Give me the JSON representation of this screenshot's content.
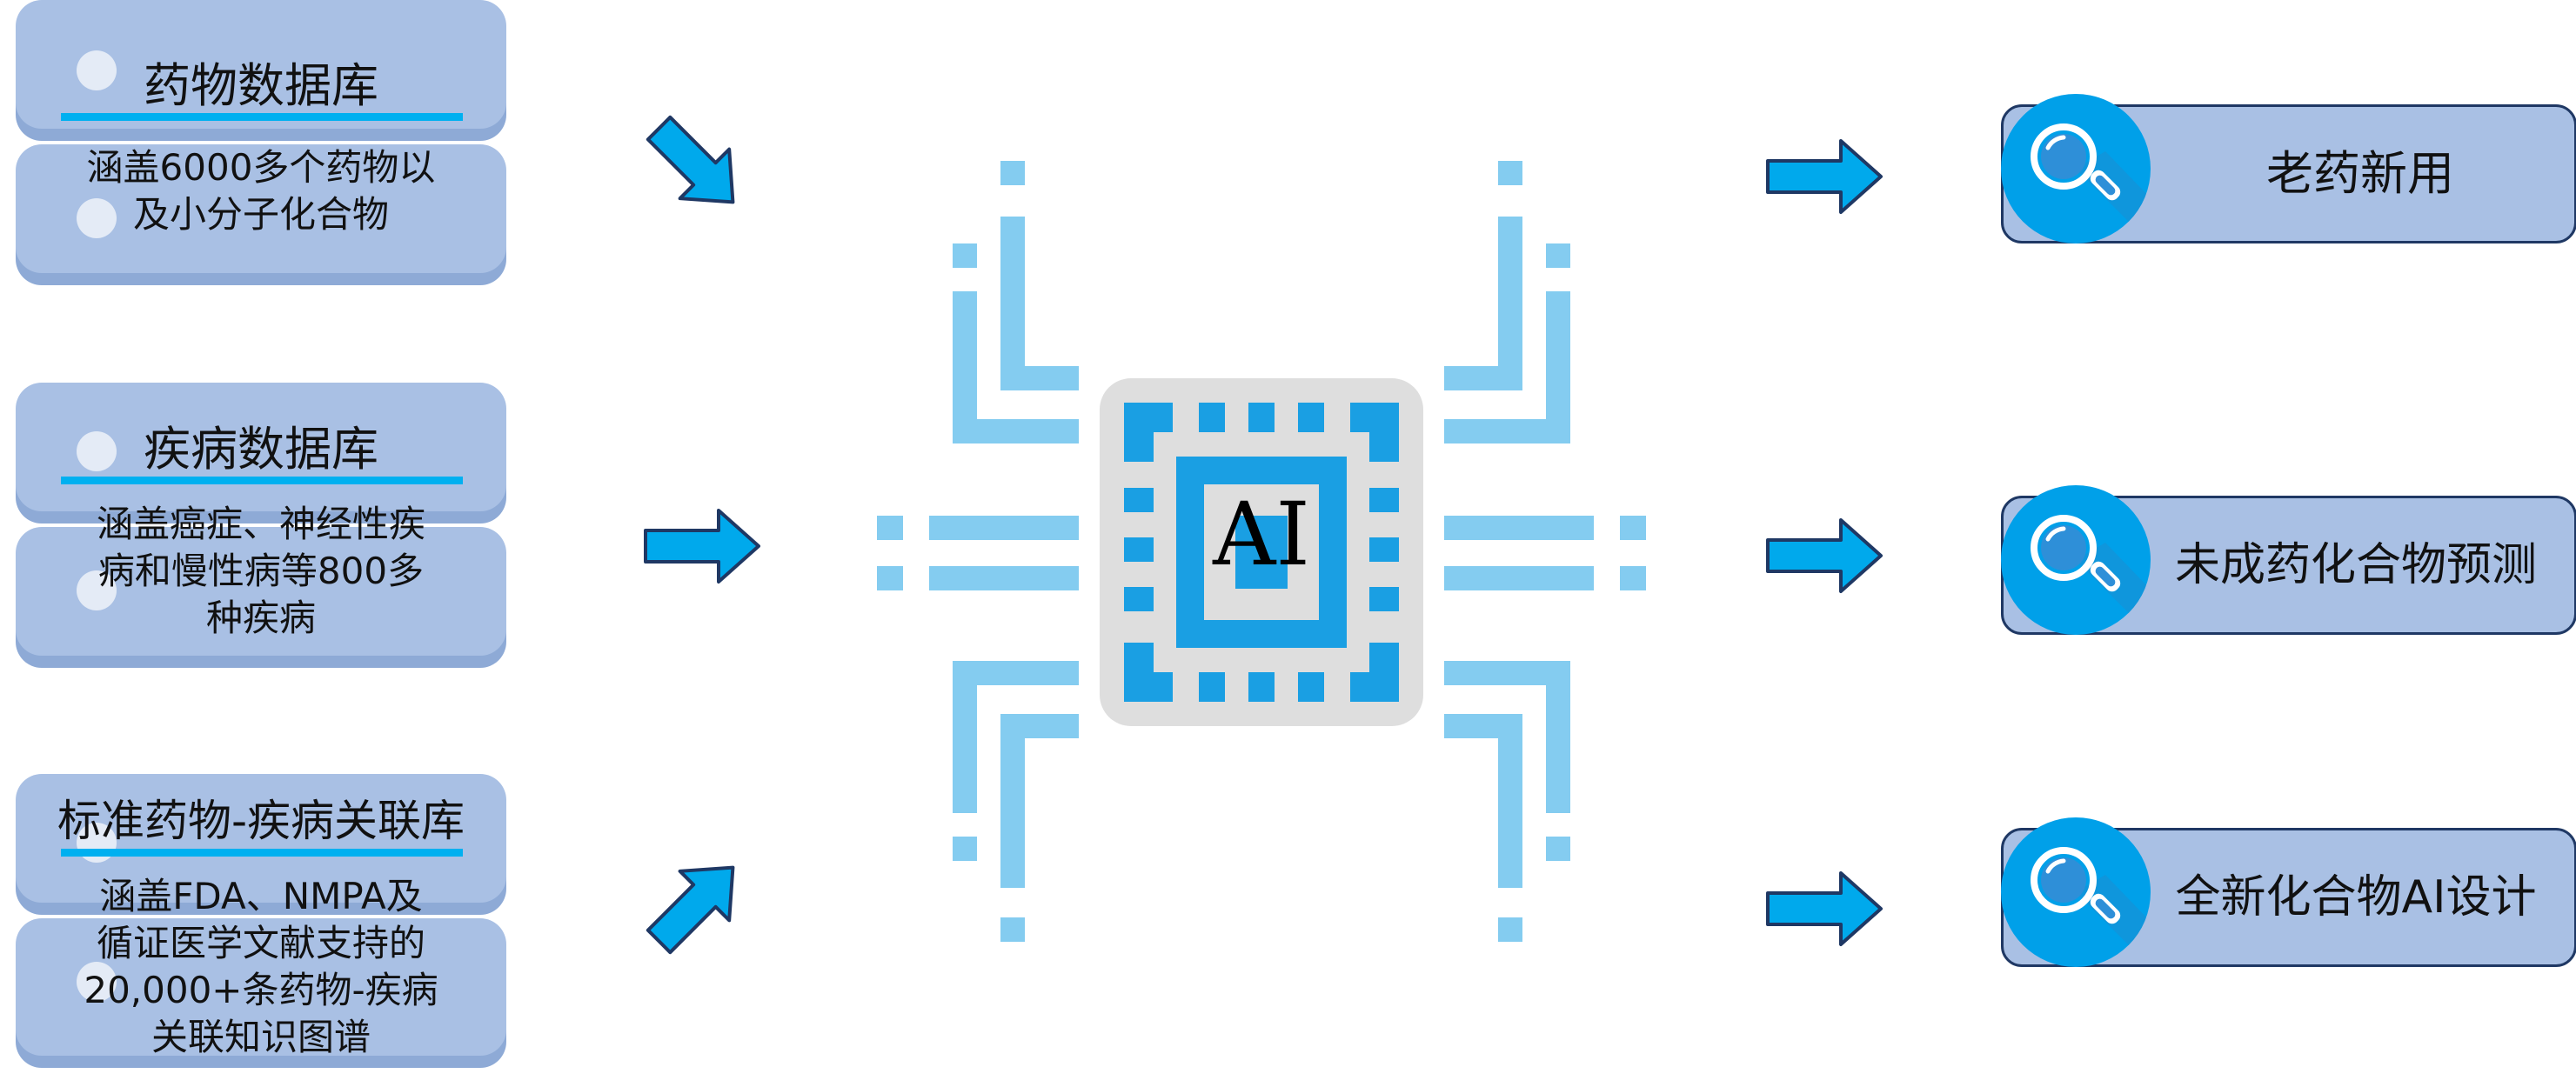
{
  "databases": [
    {
      "title": "药物数据库",
      "desc": [
        "涵盖6000多个药物以",
        "及小分子化合物"
      ]
    },
    {
      "title": "疾病数据库",
      "desc": [
        "涵盖癌症、神经性疾",
        "病和慢性病等800多",
        "种疾病"
      ]
    },
    {
      "title": "标准药物-疾病关联库",
      "desc": [
        "涵盖FDA、NMPA及",
        "循证医学文献支持的",
        "20,000+条药物-疾病",
        "关联知识图谱"
      ]
    }
  ],
  "center": {
    "label": "AI"
  },
  "results": [
    {
      "label": "老药新用"
    },
    {
      "label": "未成药化合物预测"
    },
    {
      "label": "全新化合物AI设计"
    }
  ],
  "colors": {
    "card_fill": "#a9c0e4",
    "card_shadow": "#8eaad6",
    "accent": "#00b0f0",
    "chip_blue": "#1a9fe3",
    "circuit_light": "#84ccf0",
    "chip_bg": "#dedede",
    "outline": "#1f3864"
  },
  "icons": {
    "database_arrows": "arrow-right-icon",
    "result_badge": "magnifier-icon",
    "center": "ai-chip-icon"
  }
}
